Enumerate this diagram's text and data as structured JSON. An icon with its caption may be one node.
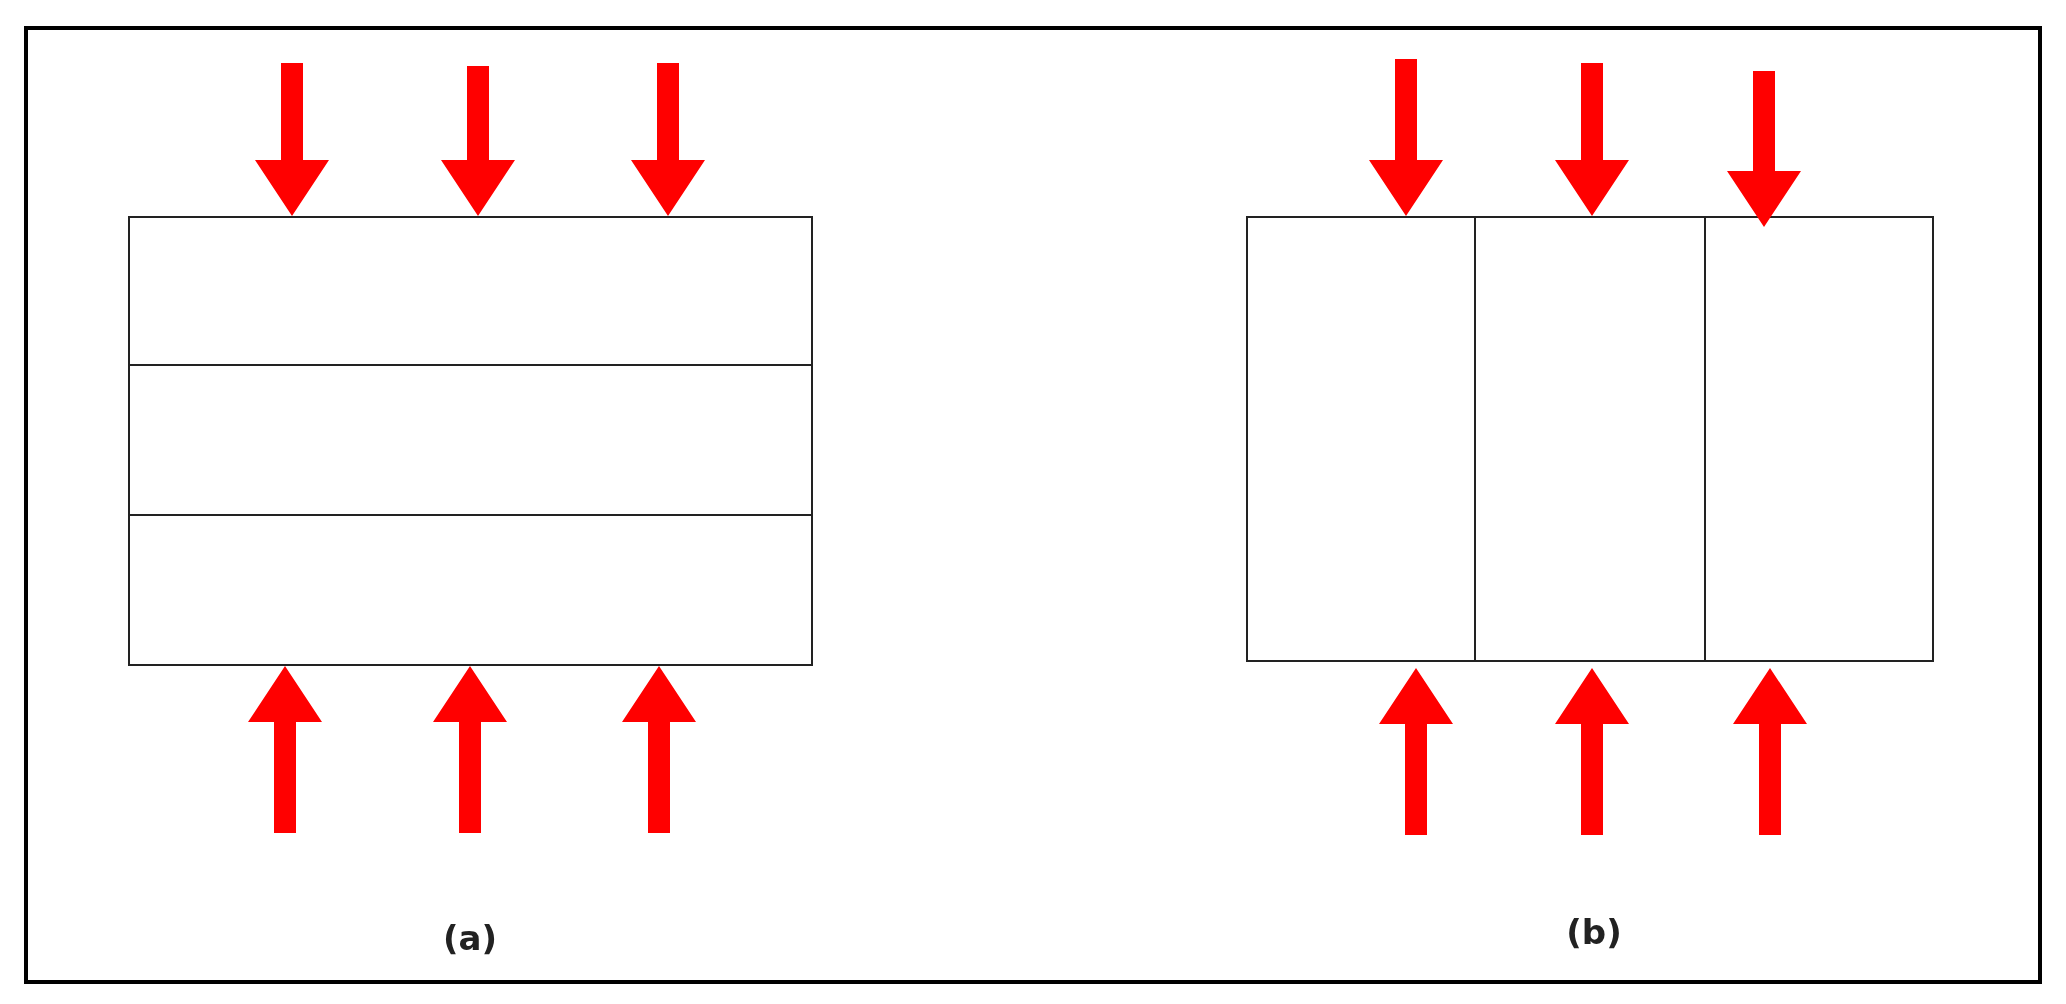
{
  "diagram": {
    "nodes": [
      {
        "text": [],
        "shape": "box"
      },
      {
        "text": [],
        "shape": "box"
      },
      {
        "text": [],
        "shape": "box"
      },
      {
        "text": [],
        "shape": "box"
      },
      {
        "text": [],
        "shape": "box"
      },
      {
        "text": [],
        "shape": "box"
      }
    ],
    "labels": [
      "(a)",
      "(b)"
    ]
  }
}
